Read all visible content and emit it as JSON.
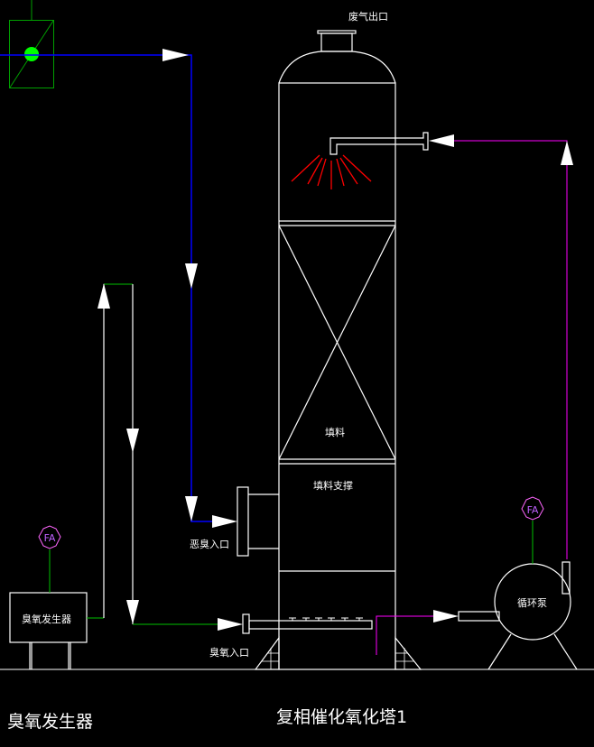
{
  "labels": {
    "exhaust_outlet": "废气出口",
    "packing": "填料",
    "packing_support": "填料支撑",
    "odor_inlet": "恶臭入口",
    "ozone_inlet": "臭氧入口",
    "ozone_generator_box": "臭氧发生器",
    "circulation_pump": "循环泵",
    "fa_left": "FA",
    "fa_right": "FA"
  },
  "captions": {
    "left": "臭氧发生器",
    "center": "复相催化氧化塔1"
  },
  "colors": {
    "background": "#000000",
    "equipment": "#ffffff",
    "odor_line": "#0000ff",
    "ozone_line": "#00c000",
    "recirculation_line": "#ff00ff",
    "spray": "#ff0000",
    "instrument": "#ff66ff",
    "fan": "#00ff00"
  }
}
